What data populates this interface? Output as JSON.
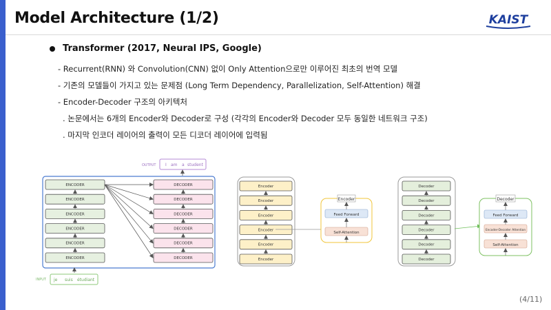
{
  "slide": {
    "title": "Model Architecture (1/2)",
    "logo_text": "KAIST",
    "bullet": "Transformer (2017, Neural IPS, Google)",
    "lines": [
      "- Recurrent(RNN) 와 Convolution(CNN) 없이 Only Attention으로만 이루어진 최초의 번역 모델",
      "- 기존의 모델들이 가지고 있는 문제점 (Long Term Dependency, Parallelization, Self-Attention) 해결",
      "- Encoder-Decoder 구조의 아키텍처",
      ". 논문에서는 6개의 Encoder와 Decoder로 구성 (각각의 Encoder와 Decoder 모두 동일한 네트워크 구조)",
      ". 마지막 인코더 레이어의 출력이 모든 디코더 레이어에 입력됨"
    ],
    "page_number": "(4/11)"
  },
  "diagram1": {
    "output_label": "OUTPUT",
    "output_words": [
      "I",
      "am",
      "a",
      "student"
    ],
    "input_label": "INPUT",
    "input_words": [
      "je",
      "suis",
      "étudiant"
    ],
    "encoder_label": "ENCODER",
    "decoder_label": "DECODER"
  },
  "diagram2": {
    "stack_label": "Encoder",
    "detail_title": "Encoder",
    "detail_blocks": [
      "Feed Forward",
      "Self-Attention"
    ]
  },
  "diagram3": {
    "stack_label": "Decoder",
    "detail_title": "Decoder",
    "detail_blocks": [
      "Feed Forward",
      "Encoder-Decoder Attention",
      "Self-Attention"
    ]
  },
  "colors": {
    "accent_bar": "#3a5fcd",
    "logo": "#1e3f9e",
    "encoder_fill": "#e6f0e0",
    "decoder_fill": "#fbe3ec",
    "encoder_yellow": "#fdf0c8",
    "decoder_green": "#e4efdc",
    "feed_forward": "#dde8f6",
    "self_attention": "#f8e1d6"
  }
}
